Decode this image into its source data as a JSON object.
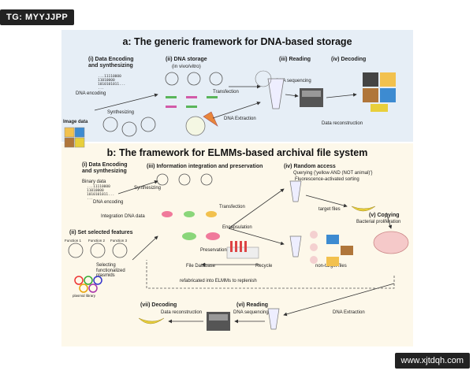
{
  "watermarks": {
    "top_left": "TG: MYYJJPP",
    "bottom_right": "www.xjtdqh.com"
  },
  "panel_a": {
    "title": "a: The generic framework for DNA-based storage",
    "steps": {
      "encoding": "(i) Data Encoding\nand synthesizing",
      "storage": "(ii) DNA storage",
      "storage_sub": "(in vivo/vitro)",
      "reading": "(iii) Reading",
      "decoding": "(iv) Decoding"
    },
    "labels": {
      "dna_encoding": "DNA encoding",
      "synthesizing": "Synthesizing",
      "transfection": "Transfection",
      "dna_sequencing": "DNA sequencing",
      "dna_extraction": "DNA Extraction",
      "data_reconstruction": "Data reconstruction",
      "image_data": "Image data"
    },
    "binary": [
      "...11110000",
      "11010000",
      "1010101011...",
      "..."
    ]
  },
  "panel_b": {
    "title": "b: The framework for ELMMs-based archival file system",
    "steps": {
      "encoding": "(i) Data Encoding\nand synthesizing",
      "integration": "(iii) Information integration and preservation",
      "random_access": "(iv) Random access",
      "selected_features": "(ii) Set selected features",
      "copying": "(v) Copying",
      "reading": "(vi) Reading",
      "decoding": "(vii) Decoding"
    },
    "labels": {
      "binary_data": "Binary data",
      "dna_encoding": "DNA encoding",
      "synthesizing": "Synthesizing",
      "integration_dna": "Integration DNA data",
      "transfection": "Transfection",
      "encapsulation": "Encapsulation",
      "preservation": "Preservation",
      "file_database": "File Database",
      "recycle": "Recycle",
      "query": "Querying {'yellow AND (NOT animal)'}",
      "facs": "Fluorescence-activated sorting",
      "target_files": "target files",
      "non_target_files": "non-target files",
      "bacterial": "Bacterial proliferation",
      "function1": "Function 1",
      "function2": "Function 2",
      "function3": "Function 3",
      "selecting": "Selecting\nfunctionalized\nplasmids",
      "plasmid_library": "plasmid library",
      "refabricated": "refabricated into ELMMs to replenish",
      "dna_extraction": "DNA Extraction",
      "dna_sequencing": "DNA sequencing",
      "data_reconstruction": "Data reconstruction"
    },
    "binary": [
      "...11110000",
      "11010000",
      "1010101011...",
      "..."
    ]
  },
  "colors": {
    "panel_a_bg": "#e6eef6",
    "panel_b_bg": "#fdf8ea",
    "accent_red": "#d33",
    "accent_green": "#3a3",
    "accent_blue": "#33c"
  }
}
